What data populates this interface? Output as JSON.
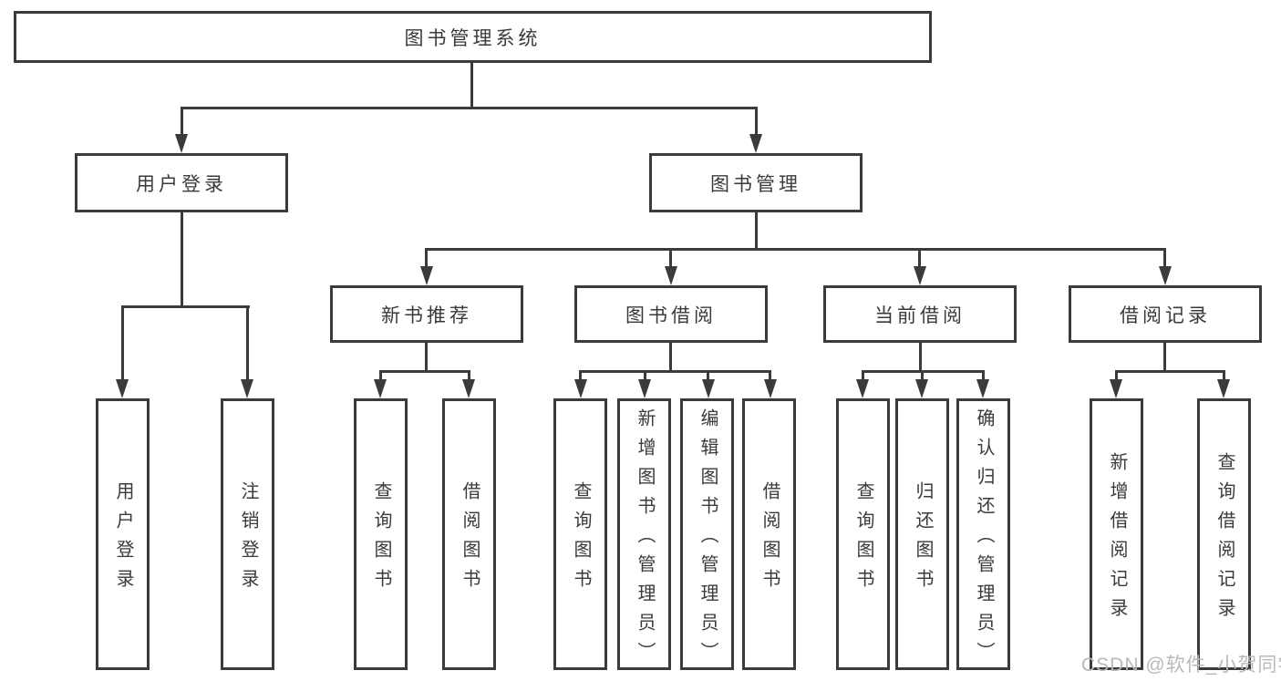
{
  "title": "图书管理系统",
  "diagram_type": "functional-structure-tree",
  "colors": {
    "line": "#3b3b3b",
    "text": "#3a3a3a",
    "background": "#ffffff",
    "watermark": "#b9b9b9"
  },
  "tree": {
    "label": "图书管理系统",
    "children": [
      {
        "label": "用户登录",
        "children": [
          {
            "label": "用户登录"
          },
          {
            "label": "注销登录"
          }
        ]
      },
      {
        "label": "图书管理",
        "children": [
          {
            "label": "新书推荐",
            "children": [
              {
                "label": "查询图书"
              },
              {
                "label": "借阅图书"
              }
            ]
          },
          {
            "label": "图书借阅",
            "children": [
              {
                "label": "查询图书"
              },
              {
                "label": "新增图书（管理员）"
              },
              {
                "label": "编辑图书（管理员）"
              },
              {
                "label": "借阅图书"
              }
            ]
          },
          {
            "label": "当前借阅",
            "children": [
              {
                "label": "查询图书"
              },
              {
                "label": "归还图书"
              },
              {
                "label": "确认归还（管理员）"
              }
            ]
          },
          {
            "label": "借阅记录",
            "children": [
              {
                "label": "新增借阅记录"
              },
              {
                "label": "查询借阅记录"
              }
            ]
          }
        ]
      }
    ]
  },
  "watermark": "CSDN @软件_小贺同学"
}
